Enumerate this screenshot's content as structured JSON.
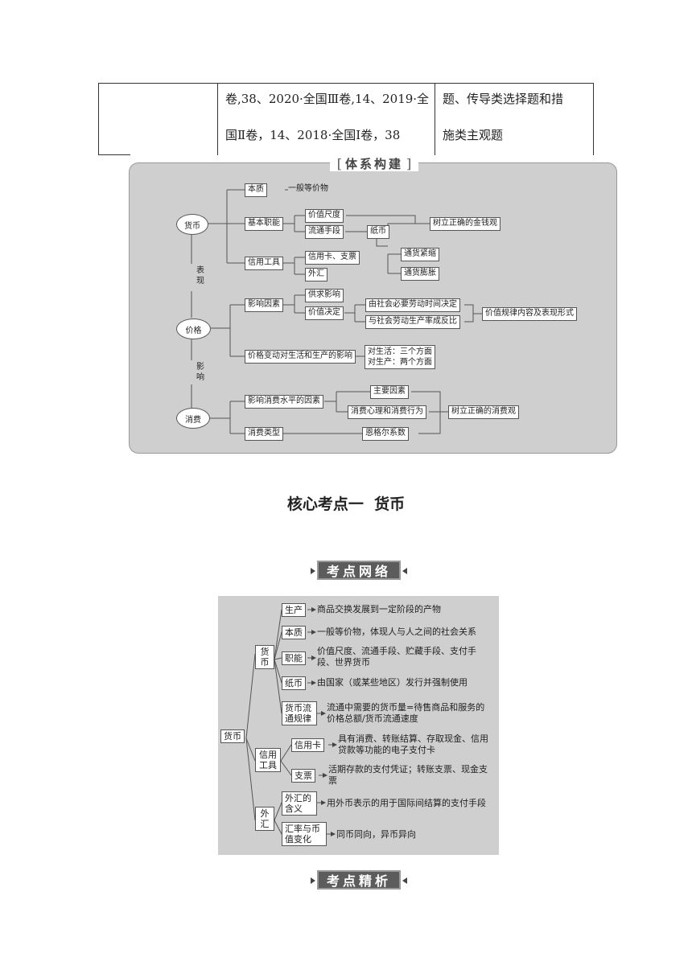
{
  "top_table": {
    "col2_line1": "卷,38、2020·全国Ⅲ卷,14、2019·全",
    "col2_line2": "国Ⅱ卷，14、2018·全国Ⅰ卷，38",
    "col3_line1": "题、传导类选择题和措",
    "col3_line2": "施类主观题"
  },
  "system_diagram": {
    "banner": "体系构建",
    "huobi": "货币",
    "jiage": "价格",
    "xiaofei": "消费",
    "biaoxian": "表现",
    "yingxiang": "影响",
    "benzhi": "本质",
    "yiban": "一般等价物",
    "jiben": "基本职能",
    "jiazhi_chidu": "价值尺度",
    "liutong": "流通手段",
    "zhibi": "纸币",
    "shuli_jinqian": "树立正确的金钱观",
    "xinyong": "信用工具",
    "xinyongka_zhipiao": "信用卡、支票",
    "waihui": "外汇",
    "tonghuo_jinsuo": "通货紧缩",
    "tonghuo_pengzhang": "通货膨胀",
    "yingxiang_yinsu": "影响因素",
    "gongqiu": "供求影响",
    "jiazhi_jueding": "价值决定",
    "shehui_biyao": "由社会必要劳动时间决定",
    "shehui_laodong": "与社会劳动生产率成反比",
    "jiazhi_guilv": "价值规律内容及表现形式",
    "jiage_biandong": "价格变动对生活和生产的影响",
    "dui_shenghuo": "对生活：三个方面",
    "dui_shengchan": "对生产：两个方面",
    "yingxiang_xiaofei": "影响消费水平的因素",
    "zhuyao": "主要因素",
    "xinli": "消费心理和消费行为",
    "shuli_xiaofei": "树立正确的消费观",
    "leixing": "消费类型",
    "engeer": "恩格尔系数"
  },
  "section_title": "核心考点一  货币",
  "network": {
    "banner": "考点网络",
    "root": "货币",
    "g_huobi": "货\n币",
    "g_xinyong": "信用\n工具",
    "g_waihui": "外\n汇",
    "shengchan": "生产",
    "shengchan_d": "商品交换发展到一定阶段的产物",
    "benzhi": "本质",
    "benzhi_d": "一般等价物，体现人与人之间的社会关系",
    "zhineng": "职能",
    "zhineng_d": "价值尺度、流通手段、贮藏手段、支付手段、世界货币",
    "zhibi": "纸币",
    "zhibi_d": "由国家（或某些地区）发行并强制使用",
    "guilv": "货币流通规律",
    "guilv_d": "流通中需要的货币量=待售商品和服务的价格总额/货币流通速度",
    "xinyongka": "信用卡",
    "xinyongka_d": "具有消费、转账结算、存取现金、信用贷款等功能的电子支付卡",
    "zhipiao": "支票",
    "zhipiao_d": "活期存款的支付凭证；转账支票、现金支票",
    "hanyi": "外汇的含义",
    "hanyi_d": "用外币表示的用于国际间结算的支付手段",
    "huilv": "汇率与币值变化",
    "huilv_d": "同币同向，异币异向"
  },
  "bottom_banner": "考点精析"
}
